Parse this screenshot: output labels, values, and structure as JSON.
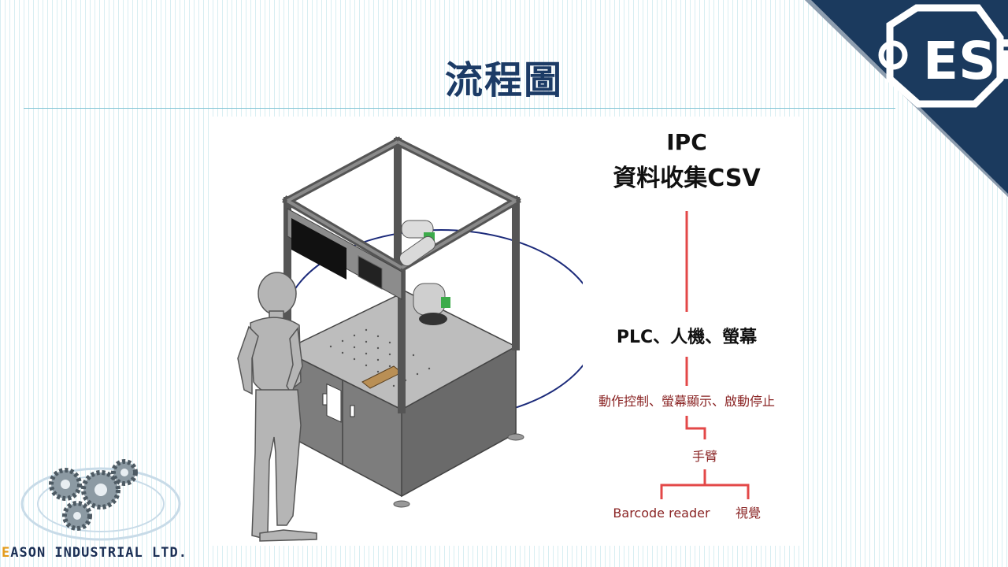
{
  "slide": {
    "title": "流程圖",
    "logo_text": "ESi",
    "company_first_letter": "E",
    "company_rest": "ASON INDUSTRIAL LTD."
  },
  "flow": {
    "top_line1": "IPC",
    "top_line2": "資料收集CSV",
    "level2": "PLC、人機、螢幕",
    "level2_desc": "動作控制、螢幕顯示、啟動停止",
    "level3": "手臂",
    "leaf_left": "Barcode reader",
    "leaf_right": "視覺"
  },
  "colors": {
    "navy": "#1c3b66",
    "connector": "#e34848",
    "desc_text": "#8a2424",
    "accent_orange": "#e49b1a"
  }
}
